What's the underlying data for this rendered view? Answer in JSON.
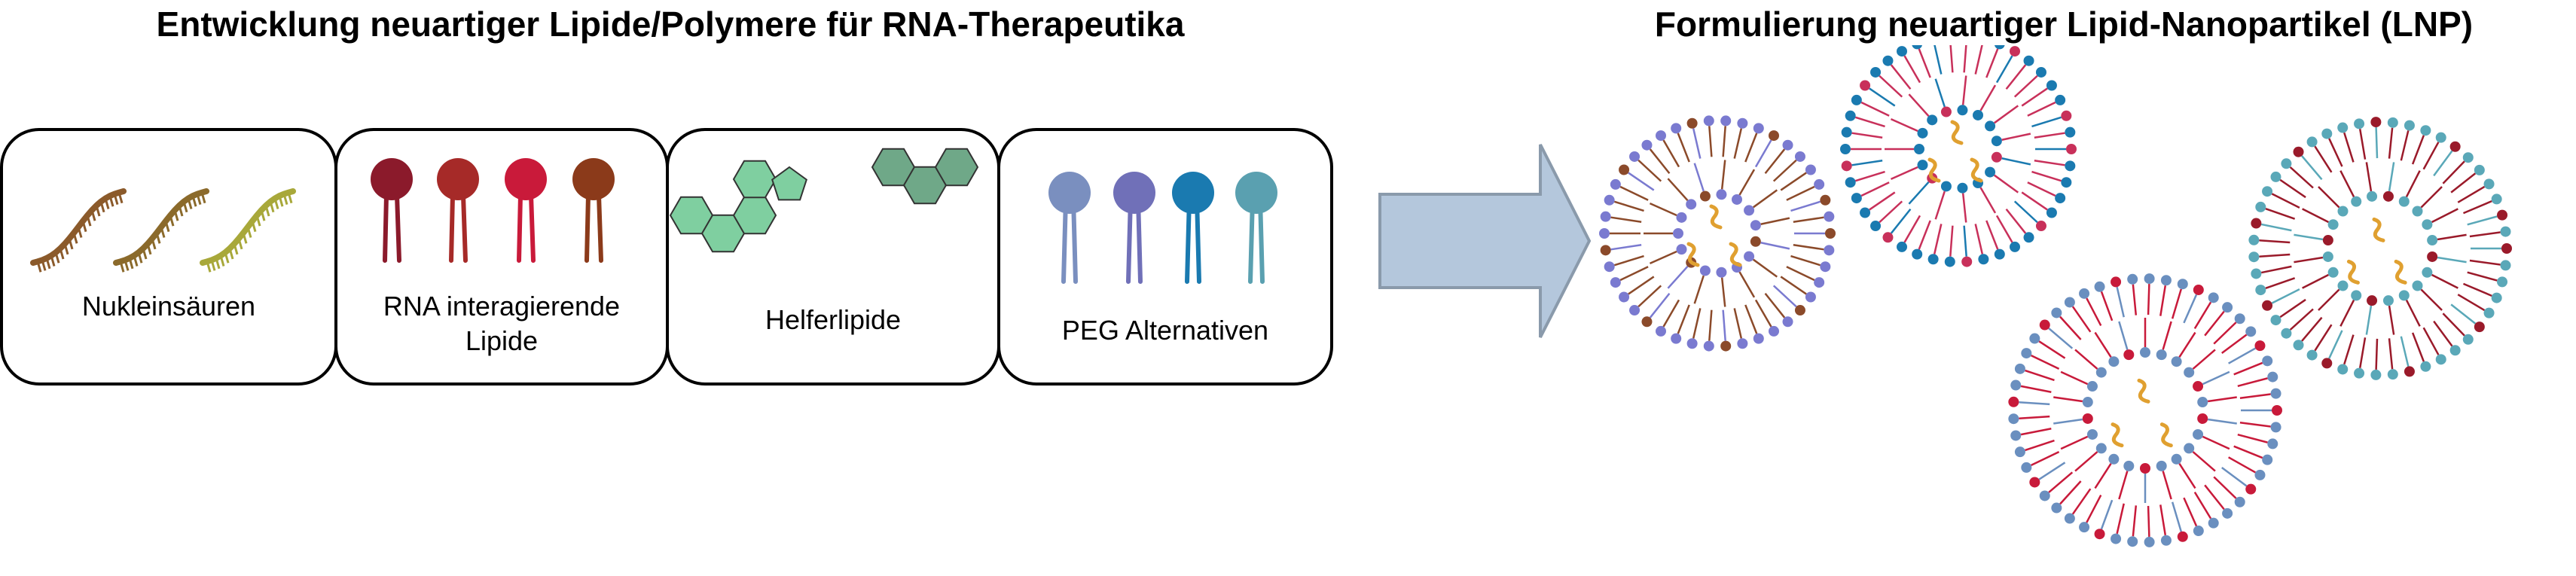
{
  "titles": {
    "left": "Entwicklung neuartiger Lipide/Polymere für RNA-Therapeutika",
    "right": "Formulierung neuartiger Lipid-Nanopartikel (LNP)"
  },
  "panels": [
    {
      "label": "Nukleinsäuren"
    },
    {
      "label": "RNA interagierende\nLipide"
    },
    {
      "label": "Helferlipide"
    },
    {
      "label": "PEG Alternativen"
    }
  ],
  "colors": {
    "nucleic_acids": [
      "#8b5a2b",
      "#8b6a2b",
      "#a8a83a"
    ],
    "rna_lipids": [
      "#8b1a2b",
      "#a62a28",
      "#c91a3a",
      "#8b3a1a"
    ],
    "helper": [
      "#7fcfa0",
      "#6fa888"
    ],
    "peg": [
      "#7a8fbf",
      "#7070b8",
      "#1a7ab0",
      "#5aa0b0"
    ],
    "arrow_fill": "#b4c7dc",
    "arrow_stroke": "#8a9aab",
    "cargo": "#e0a030"
  },
  "icons": [
    "nucleic-acid-icon",
    "cationic-lipid-icon",
    "helper-lipid-icon",
    "peg-lipid-icon",
    "lipid-nanoparticle-icon"
  ]
}
